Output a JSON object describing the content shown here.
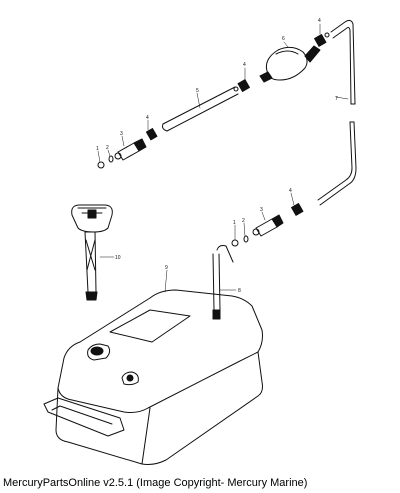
{
  "caption": "MercuryPartsOnline v2.5.1 (Image Copyright- Mercury Marine)",
  "colors": {
    "line": "#111111",
    "background": "#ffffff"
  },
  "callouts": {
    "fuel_hose_top": "7",
    "primer_bulb": "6",
    "hose_fitting_top": "4",
    "hose_fitting_mid": "4",
    "hose_fitting_left": "4",
    "hose_fitting_right": "4",
    "hose_section": "5",
    "connector_left": "3",
    "connector_right": "3",
    "o_ring_left": "2",
    "o_ring_right": "2",
    "clip_left": "1",
    "clip_right": "1",
    "fuel_cap_gauge": "10",
    "pickup_tube": "8",
    "fuel_tank": "9"
  }
}
